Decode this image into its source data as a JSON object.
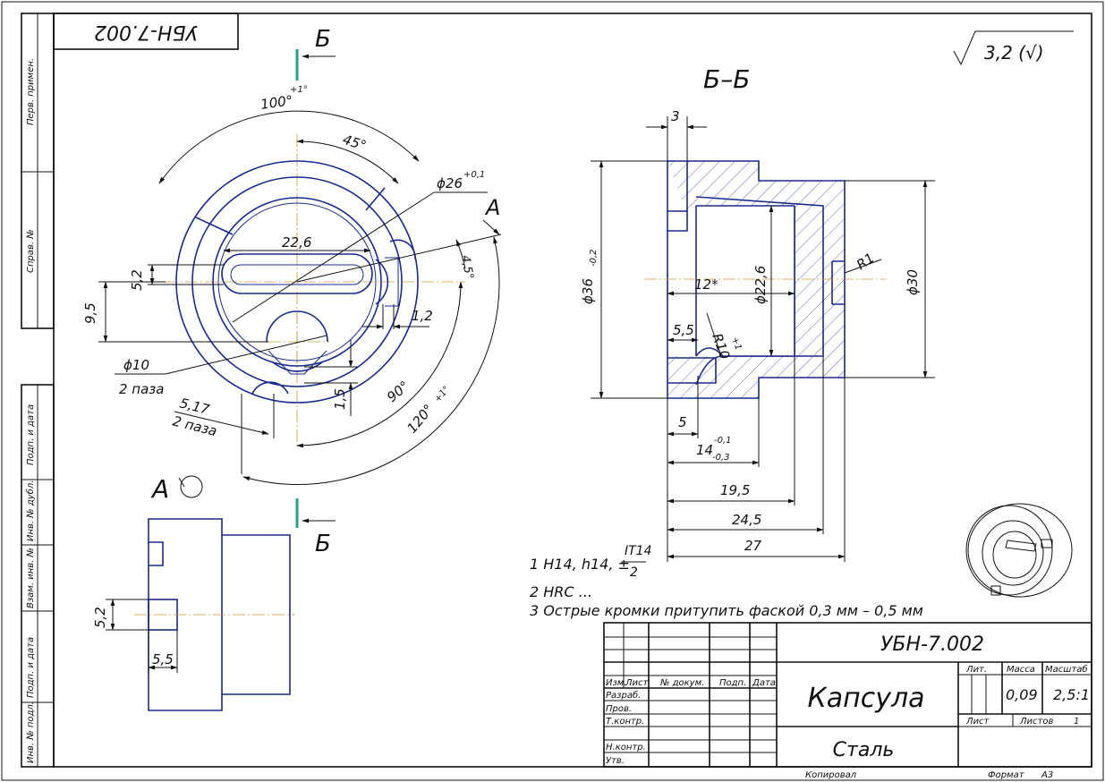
{
  "stamp": {
    "doc_code": "УБН-7.002",
    "part_name": "Капсула",
    "material": "Сталь",
    "mass": "0,09",
    "scale": "2,5:1",
    "sheet_label": "Лист",
    "sheets_label": "Листов",
    "sheets_count": "1",
    "lit_label": "Лит.",
    "mass_label": "Масса",
    "scale_label": "Масштаб",
    "columns": [
      "Изм.",
      "Лист",
      "№ докум.",
      "Подп.",
      "Дата"
    ],
    "roles": [
      "Разраб.",
      "Пров.",
      "Т.контр.",
      "Н.контр.",
      "Утв."
    ],
    "copied_label": "Копировал",
    "format_label": "Формат",
    "format_value": "A3"
  },
  "corner_code": "УБН-7.002",
  "left_margin": [
    "Перв. примен.",
    "Справ. №",
    "Подп. и дата",
    "Инв. № дубл.",
    "Взам. инв. №",
    "Подп. и дата",
    "Инв. № подл."
  ],
  "roughness": "3,2 (√)",
  "notes": [
    "1 H14, h14, ±",
    "2 HRC ...",
    "3 Острые кромки притупить фаской 0,3 мм – 0,5 мм"
  ],
  "note_fraction": {
    "num": "IT14",
    "den": "2"
  },
  "views": {
    "section_title": "Б–Б",
    "cut_letter": "Б",
    "view_a_arrow_label": "A",
    "view_a_title": "A"
  },
  "front_dims": {
    "d26": "ϕ26",
    "d26_tol": "+0,1",
    "ang100": "100°",
    "ang100_tol": "+1°",
    "ang45": "45°",
    "ang4_5": "4,5°",
    "w226": "22,6",
    "h52": "5,2",
    "h95": "9,5",
    "w12": "1,2",
    "d10": "ϕ10",
    "d10_note": "2 паза",
    "w517": "5,17",
    "w517_note": "2 паза",
    "w15": "1,5",
    "ang90": "90°",
    "ang120": "120°",
    "ang120_tol": "+1°"
  },
  "section_dims": {
    "d36": "ϕ36",
    "d36_tol": "-0,2",
    "d30": "ϕ30",
    "d226": "ϕ22,6",
    "w3": "3",
    "r1": "R1",
    "l12": "12*",
    "w55": "5,5",
    "r10": "R10",
    "r10_tol": "+1",
    "w5": "5",
    "l14": "14",
    "l14_upper": "-0,1",
    "l14_lower": "-0,3",
    "l195": "19,5",
    "l245": "24,5",
    "l27": "27"
  },
  "viewa_dims": {
    "h52": "5,2",
    "w55": "5,5"
  }
}
